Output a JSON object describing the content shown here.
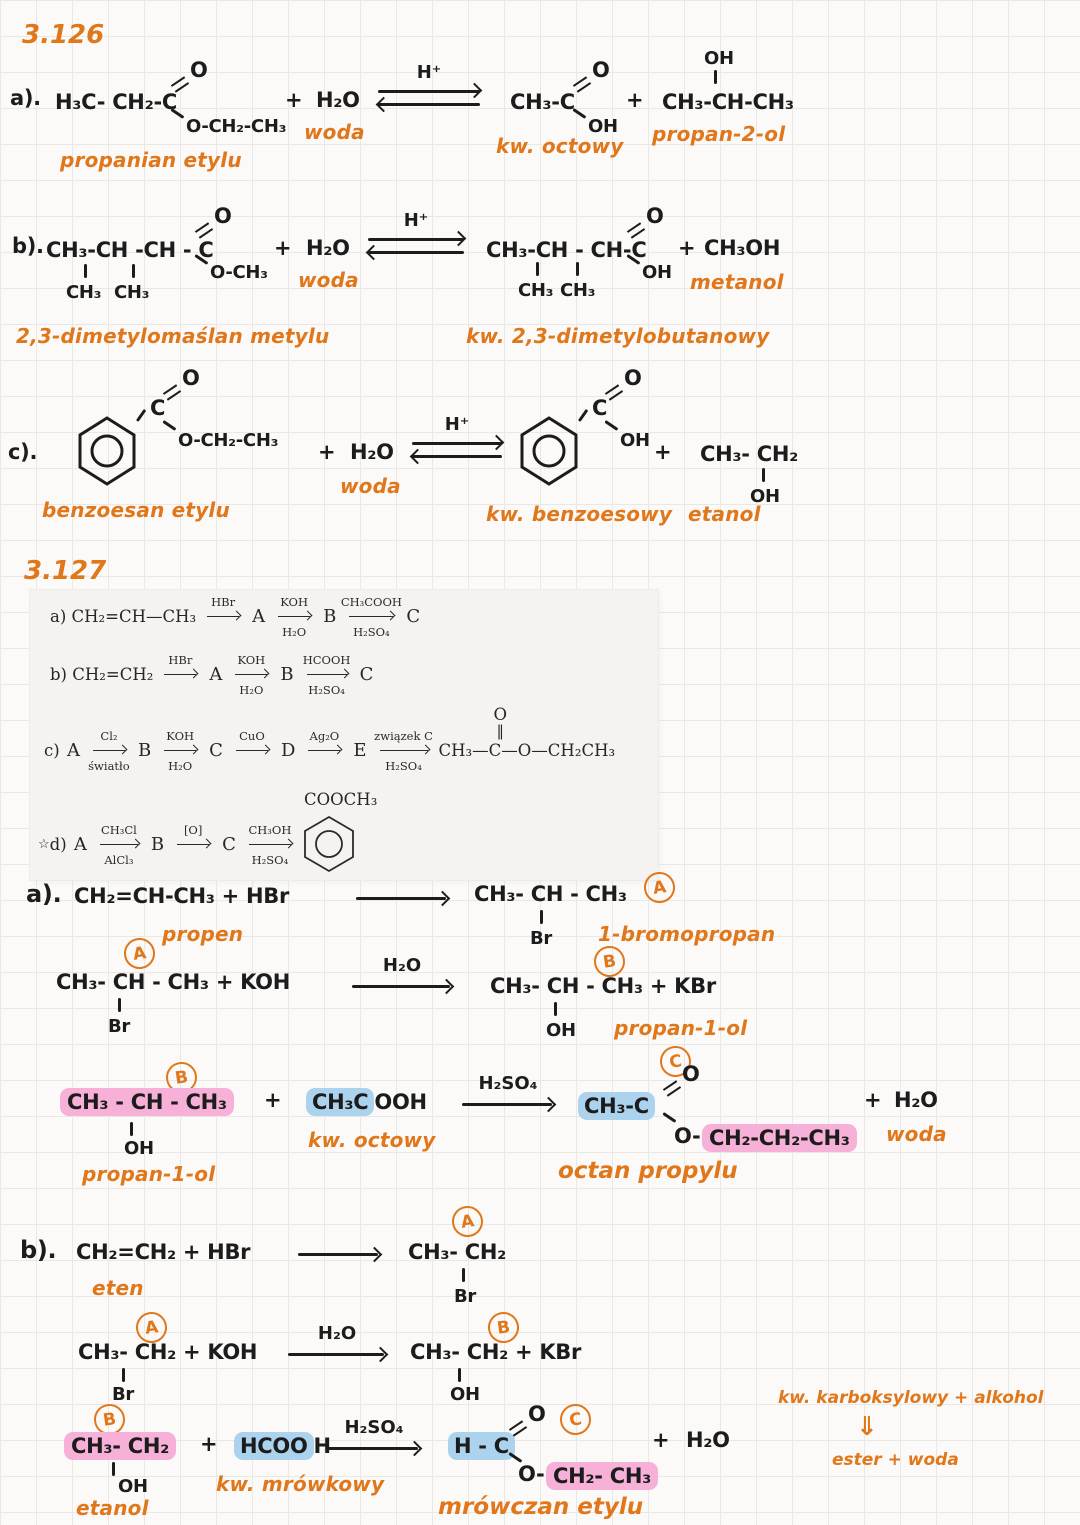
{
  "theme": {
    "accent": "#e0771b",
    "ink": "#1c1c1c",
    "pink": "#f7b1d8",
    "blue": "#abd3ee",
    "paper": "#fbfaf8",
    "grid": "#e9e8e4"
  },
  "c126": {
    "h": "3.126",
    "a": {
      "lbl": "a).",
      "stem": "H₃C- CH₂-C",
      "ot": "O",
      "ob": "O-CH₂-CH₃",
      "nm": "propanian etylu",
      "p1": "+",
      "w": "H₂O",
      "wl": "woda",
      "cat": "H⁺",
      "astem": "CH₃-C",
      "aot": "O",
      "aob": "OH",
      "anm": "kw. octowy",
      "p2": "+",
      "aoh": "OH",
      "alc": "CH₃-CH-CH₃",
      "alnm": "propan-2-ol"
    },
    "b": {
      "lbl": "b).",
      "stem": "CH₃-CH -CH - C",
      "ot": "O",
      "ob": "O-CH₃",
      "s1": "CH₃",
      "s2": "CH₃",
      "nm": "2,3-dimetylomaślan metylu",
      "p1": "+",
      "w": "H₂O",
      "wl": "woda",
      "cat": "H⁺",
      "astem": "CH₃-CH - CH-C",
      "aot": "O",
      "aob": "OH",
      "as1": "CH₃",
      "as2": "CH₃",
      "anm": "kw. 2,3-dimetylobutanowy",
      "p2": "+",
      "alc": "CH₃OH",
      "alnm": "metanol"
    },
    "c": {
      "lbl": "c).",
      "cstem": "C",
      "ot": "O",
      "ob": "O-CH₂-CH₃",
      "nm": "benzoesan etylu",
      "p1": "+",
      "w": "H₂O",
      "wl": "woda",
      "cat": "H⁺",
      "acstem": "C",
      "aot": "O",
      "aob": "OH",
      "anm": "kw. benzoesowy",
      "p2": "+",
      "alc": "CH₃- CH₂",
      "aoh": "OH",
      "alnm": "etanol"
    }
  },
  "c127": {
    "h": "3.127",
    "pa": {
      "lbl": "a)",
      "s": "CH₂=CH—CH₃",
      "t1": "HBr",
      "A": "A",
      "t2": "KOH",
      "b2": "H₂O",
      "B": "B",
      "t3": "CH₃COOH",
      "b3": "H₂SO₄",
      "C": "C"
    },
    "pb": {
      "lbl": "b)",
      "s": "CH₂=CH₂",
      "t1": "HBr",
      "A": "A",
      "t2": "KOH",
      "b2": "H₂O",
      "B": "B",
      "t3": "HCOOH",
      "b3": "H₂SO₄",
      "C": "C"
    },
    "pc": {
      "lbl": "c)",
      "A": "A",
      "t1": "Cl₂",
      "b1": "światło",
      "B": "B",
      "t2": "KOH",
      "b2": "H₂O",
      "C": "C",
      "t3": "CuO",
      "D": "D",
      "t4": "Ag₂O",
      "E": "E",
      "t5": "związek C",
      "b5": "H₂SO₄",
      "est": "CH₃—C—O—CH₂CH₃",
      "esto": "O",
      "edbl": "‖"
    },
    "pd": {
      "star": "☆",
      "lbl": "d)",
      "A": "A",
      "t1": "CH₃Cl",
      "b1": "AlCl₃",
      "B": "B",
      "t2": "[O]",
      "C": "C",
      "t3": "CH₃OH",
      "b3": "H₂SO₄",
      "ring": "COOCH₃"
    }
  },
  "sa": {
    "lbl": "a).",
    "l1s": "CH₂=CH-CH₃  +   HBr",
    "l1p": "CH₃- CH - CH₃",
    "l1sub": "Br",
    "A": "A",
    "n1": "propen",
    "n2": "1-bromopropan",
    "l2s": "CH₃- CH - CH₃  +   KOH",
    "l2sub": "Br",
    "l2t": "H₂O",
    "l2p": "CH₃- CH - CH₃  +  KBr",
    "B": "B",
    "l2psub": "OH",
    "n3": "propan-1-ol",
    "l3a": "CH₃ - CH - CH₃",
    "l3asub": "OH",
    "n4": "propan-1-ol",
    "p": "+",
    "ac1": "CH₃C",
    "ac2": "OOH",
    "n5": "kw. octowy",
    "l3t": "H₂SO₄",
    "C": "C",
    "est": "CH₃-C",
    "estot": "O",
    "esto": "O-",
    "chain": "CH₂-CH₂-CH₃",
    "p2": "+",
    "w": "H₂O",
    "wl": "woda",
    "n6": "octan propylu"
  },
  "sb": {
    "lbl": "b).",
    "l1s": "CH₂=CH₂  +   HBr",
    "l1p": "CH₃- CH₂",
    "A": "A",
    "l1sub": "Br",
    "n1": "eten",
    "l2s": "CH₃- CH₂  +  KOH",
    "l2sub": "Br",
    "l2t": "H₂O",
    "l2p": "CH₃- CH₂  +  KBr",
    "B": "B",
    "l2psub": "OH",
    "l3a": "CH₃- CH₂",
    "l3asub": "OH",
    "n2": "etanol",
    "p": "+",
    "ac1": "HCOO",
    "ac2": "H",
    "n3": "kw. mrówkowy",
    "l3t": "H₂SO₄",
    "est": "H - C",
    "estot": "O",
    "C": "C",
    "esto": "O-",
    "chain": "CH₂- CH₃",
    "p2": "+",
    "w": "H₂O",
    "n4": "mrówczan etylu"
  },
  "note": {
    "l1": "kw. karboksylowy + alkohol",
    "ar": "⇓",
    "l2": "ester + woda"
  }
}
